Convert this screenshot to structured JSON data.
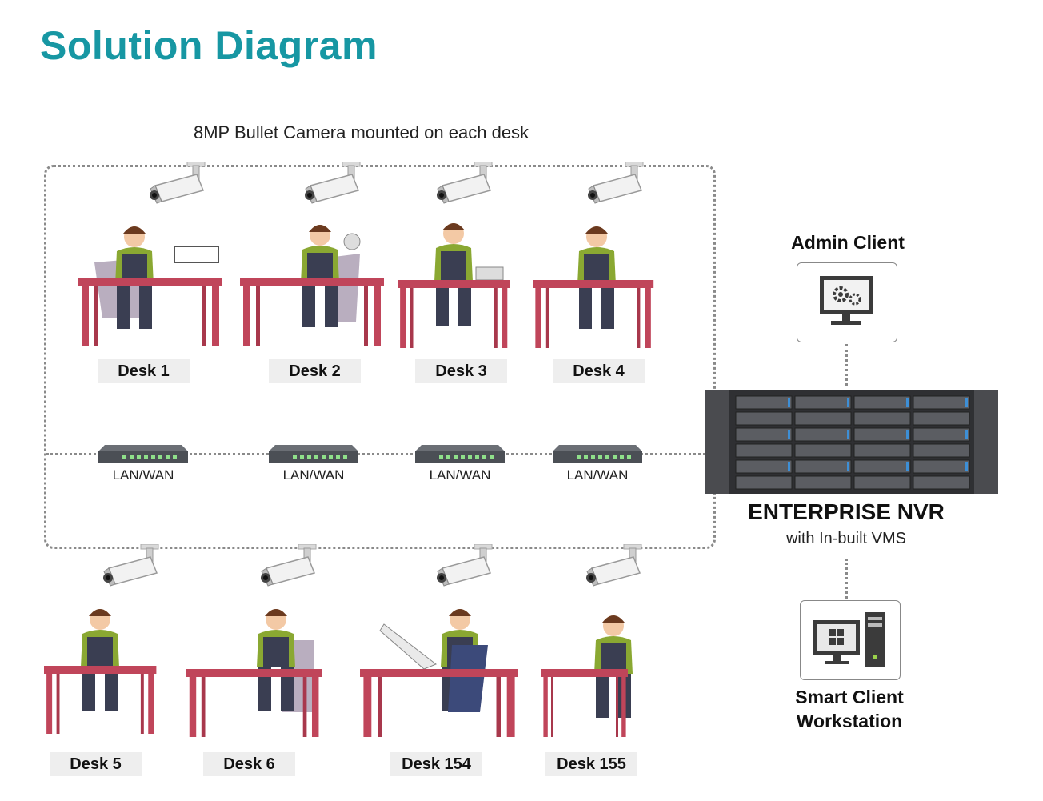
{
  "title": "Solution Diagram",
  "subtitle": "8MP Bullet Camera mounted on each desk",
  "desks_top": [
    "Desk 1",
    "Desk 2",
    "Desk 3",
    "Desk 4"
  ],
  "desks_bottom": [
    "Desk 5",
    "Desk 6",
    "Desk 154",
    "Desk 155"
  ],
  "switch_label": "LAN/WAN",
  "admin_client": "Admin Client",
  "nvr_title": "ENTERPRISE NVR",
  "nvr_subtitle": "with In-built VMS",
  "smart_client": [
    "Smart Client",
    "Workstation"
  ],
  "colors": {
    "title": "#1797a3",
    "table": "#c0455a",
    "line": "#8a8a8a"
  },
  "icons": [
    "bullet-camera-icon",
    "network-switch-icon",
    "monitor-gears-icon",
    "workstation-icon",
    "nvr-server-icon"
  ]
}
